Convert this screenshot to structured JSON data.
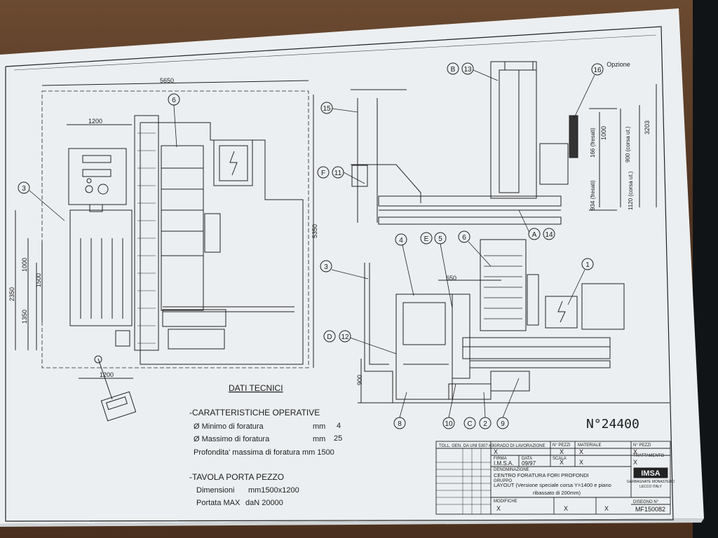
{
  "colors": {
    "paper": "#eceff1",
    "ink": "#1d1d1d",
    "wood": "#5a3a24"
  },
  "dimensions": {
    "width_total": "5650",
    "width_panel": "1200",
    "width_base": "1200",
    "depth_total": "5350",
    "height_total": "2350",
    "h_1350": "1350",
    "h_1000": "1000",
    "h_1500": "1500",
    "w_650": "650",
    "h_900": "900",
    "h_1000_side": "1000",
    "h_166": "166 (fresati)",
    "h_900_corsa": "900 (corsa ut.)",
    "h_934": "934 (fresati)",
    "h_1120": "1120 (corsa ut.)",
    "h_3203": "3203"
  },
  "callouts": {
    "c6": "6",
    "c3": "3",
    "c15": "15",
    "c11": "11",
    "cF": "F",
    "cB": "B",
    "c13": "13",
    "c16": "16",
    "opzione": "Opzione",
    "cA": "A",
    "c14": "14",
    "c4": "4",
    "cE": "E",
    "c5": "5",
    "c6b": "6",
    "c3b": "3",
    "c1": "1",
    "cD": "D",
    "c12": "12",
    "c8": "8",
    "c10": "10",
    "cC": "C",
    "c2": "2",
    "c9": "9"
  },
  "tech": {
    "heading": "DATI TECNICI",
    "op_title": "-CARATTERISTICHE OPERATIVE",
    "min_label": "Ø Minimo di foratura",
    "min_unit": "mm",
    "min_val": "4",
    "max_label": "Ø Massimo di foratura",
    "max_unit": "mm",
    "max_val": "25",
    "depth_label": "Profondita' massima di foratura mm 1500",
    "table_title": "-TAVOLA PORTA PEZZO",
    "dim_label": "Dimensioni",
    "dim_val": "mm1500x1200",
    "load_label": "Portata MAX",
    "load_val": "daN 20000"
  },
  "serial": "N°24400",
  "title_block": {
    "toll": "TOLL. GEN. DA UNI 5307-63",
    "grado_lav": "GRADO DI LAVORAZIONE",
    "sostituisce": "N° PEZZI",
    "materiale": "MATERIALE",
    "n_pezzi": "N° PEZZI",
    "trattamento": "TRATTAMENTO",
    "firma_label": "FIRMA",
    "firma_val": "I.M.S.A.",
    "data_label": "DATA",
    "data_val": "09/97",
    "scala_label": "SCALA",
    "x": "X",
    "denominazione": "DENOMINAZIONE",
    "desc1": "CENTRO FORATURA FORI PROFONDI",
    "gruppo": "GRUPPO",
    "desc2": "LAYOUT (Versione speciale corsa Y=1400 e piano",
    "desc3": "ribassato di 200mm)",
    "modifiche": "MODIFICHE",
    "logo": "IMSA",
    "company1": "GARBAGNATE MONASTERO",
    "company2": "LECCO ITALY",
    "disegno_label": "DISEGNO N°",
    "disegno": "MF150082"
  }
}
